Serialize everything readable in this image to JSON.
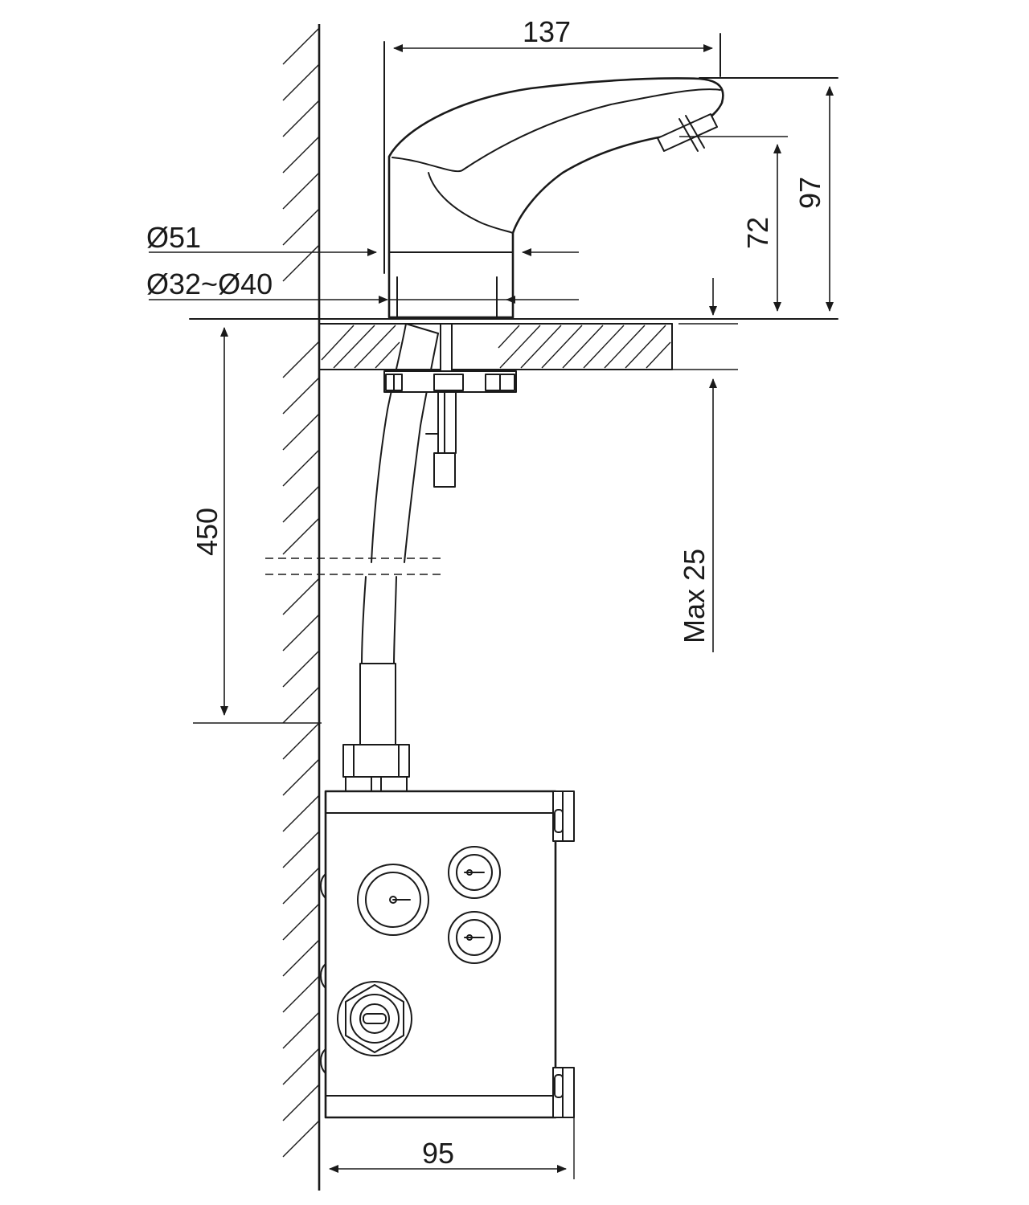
{
  "dimensions": {
    "spout_length": "137",
    "total_height": "97",
    "outlet_height": "72",
    "base_diameter": "Ø51",
    "hole_diameter": "Ø32~Ø40",
    "hose_length": "450",
    "deck_thickness": "Max 25",
    "box_width": "95"
  },
  "colors": {
    "line": "#1a1a1a",
    "background": "#ffffff"
  }
}
